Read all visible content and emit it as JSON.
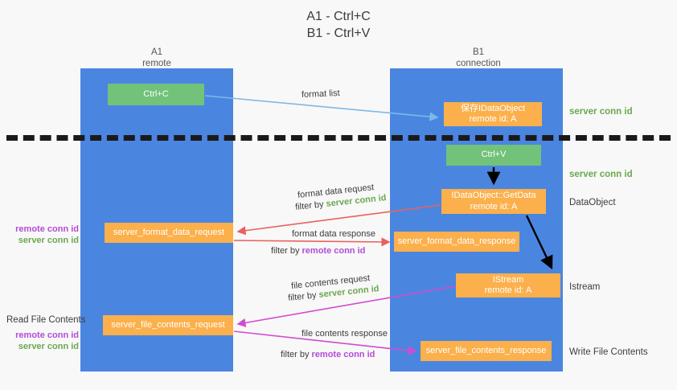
{
  "title": {
    "line1": "A1 - Ctrl+C",
    "line2": "B1 - Ctrl+V"
  },
  "lanes": [
    {
      "id": "A1",
      "name": "A1",
      "role": "remote",
      "color": "#4a86e0"
    },
    {
      "id": "B1",
      "name": "B1",
      "role": "connection",
      "color": "#4a86e0"
    }
  ],
  "boxes": {
    "ctrl_c": "Ctrl+C",
    "save_idataobject_line1": "保存IDataObject",
    "save_idataobject_line2": "remote id: A",
    "ctrl_v": "Ctrl+V",
    "getdata_line1": "IDataObject::GetData",
    "getdata_line2": "remote id: A",
    "format_data_request": "server_format_data_request",
    "format_data_response": "server_format_data_response",
    "istream_line1": "IStream",
    "istream_line2": "remote id: A",
    "file_contents_request": "server_file_contents_request",
    "file_contents_response": "server_file_contents_response"
  },
  "flow_labels": {
    "format_list": "format list",
    "format_data_request": "format data request",
    "format_data_request_filter_prefix": "filter by ",
    "format_data_request_filter_key": "server conn id",
    "format_data_response": "format data response",
    "format_data_response_filter_prefix": "filter by ",
    "format_data_response_filter_key": "remote conn id",
    "file_contents_request": "file contents request",
    "file_contents_request_filter_prefix": "filter by ",
    "file_contents_request_filter_key": "server conn id",
    "file_contents_response": "file contents response",
    "file_contents_response_filter_prefix": "filter by ",
    "file_contents_response_filter_key": "remote conn id"
  },
  "side_labels": {
    "server_conn_id_top": "server conn id",
    "server_conn_id_mid": "server conn id",
    "dataobject": "DataObject",
    "istream": "Istream",
    "write_file_contents": "Write File Contents"
  },
  "left_labels": {
    "remote_conn_id_1": "remote conn id",
    "server_conn_id_1": "server conn id",
    "read_file_contents": "Read File Contents",
    "remote_conn_id_2": "remote conn id",
    "server_conn_id_2": "server conn id"
  },
  "colors": {
    "lane": "#4a86e0",
    "green_box": "#72c279",
    "orange_box": "#fbb04c",
    "server_conn_id": "#6aa84f",
    "remote_conn_id": "#b44bd6",
    "arrow_blue": "#7db9e8",
    "arrow_red": "#e8615f",
    "arrow_magenta": "#d14bd1",
    "arrow_black": "#000000",
    "background": "#f8f8f8"
  }
}
